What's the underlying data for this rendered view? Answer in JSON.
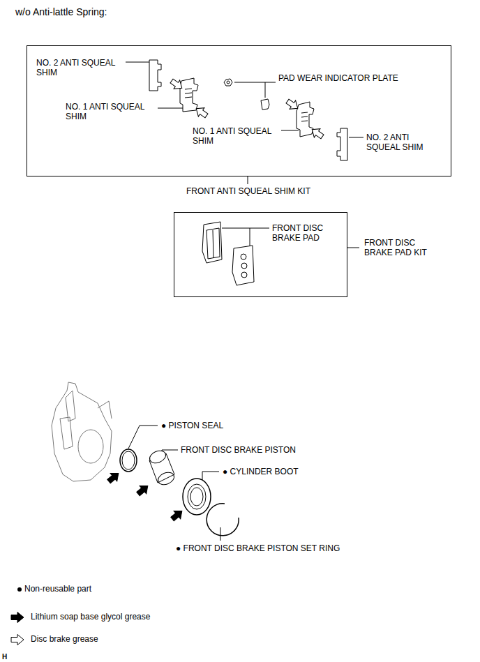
{
  "diagram": {
    "title": "w/o Anti-lattle Spring:",
    "nodes": [
      {
        "text": [
          "FRONT ANTI SQUEAL SHIM KIT"
        ]
      },
      {
        "text": [
          "FRONT DISC BRAKE PAD KIT"
        ]
      }
    ],
    "labels": [
      "NO. 2 ANTI SQUEAL SHIM",
      "NO. 1 ANTI SQUEAL SHIM",
      "PAD WEAR INDICATOR PLATE",
      "NO. 1 ANTI SQUEAL SHIM",
      "NO. 2 ANTI SQUEAL SHIM",
      "FRONT DISC BRAKE PAD",
      "● PISTON SEAL",
      "FRONT DISC BRAKE PISTON",
      "● CYLINDER BOOT",
      "● FRONT DISC BRAKE PISTON SET RING",
      "H"
    ],
    "legend": [
      {
        "text": "Non-reusable part"
      },
      {
        "text": "Lithium soap base glycol grease"
      },
      {
        "text": "Disc brake grease"
      }
    ]
  }
}
